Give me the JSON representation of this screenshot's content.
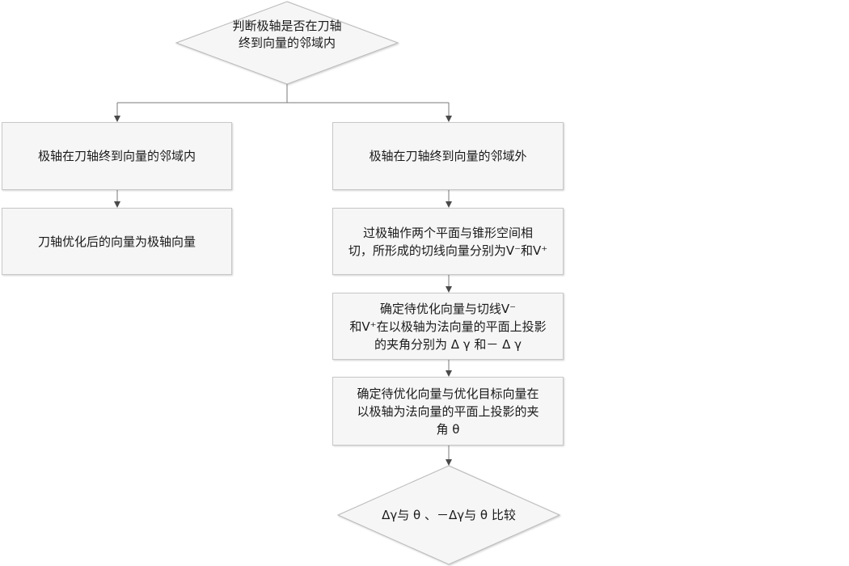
{
  "diagram": {
    "decision_top": {
      "lines": [
        "判断极轴是否在刀轴",
        "终到向量的邻域内"
      ]
    },
    "left_branch": {
      "box1": "极轴在刀轴终到向量的邻域内",
      "box2": "刀轴优化后的向量为极轴向量"
    },
    "right_branch": {
      "box1": "极轴在刀轴终到向量的邻域外",
      "box2_lines": [
        "过极轴作两个平面与锥形空间相",
        "切，所形成的切线向量分别为V⁻和V⁺"
      ],
      "box3_lines": [
        "确定待优化向量与切线V⁻",
        "和V⁺在以极轴为法向量的平面上投影",
        "的夹角分别为 Δ γ 和－ Δ γ"
      ],
      "box4_lines": [
        "确定待优化向量与优化目标向量在",
        "以极轴为法向量的平面上投影的夹",
        "角 θ"
      ]
    },
    "decision_bottom": {
      "label": "Δγ与 θ 、－Δγ与 θ 比较"
    },
    "colors": {
      "box_fill": "#f6f6f6",
      "box_border": "#c8c8c8",
      "line": "#7a7a7a",
      "arrow": "#4a4a4a"
    }
  }
}
